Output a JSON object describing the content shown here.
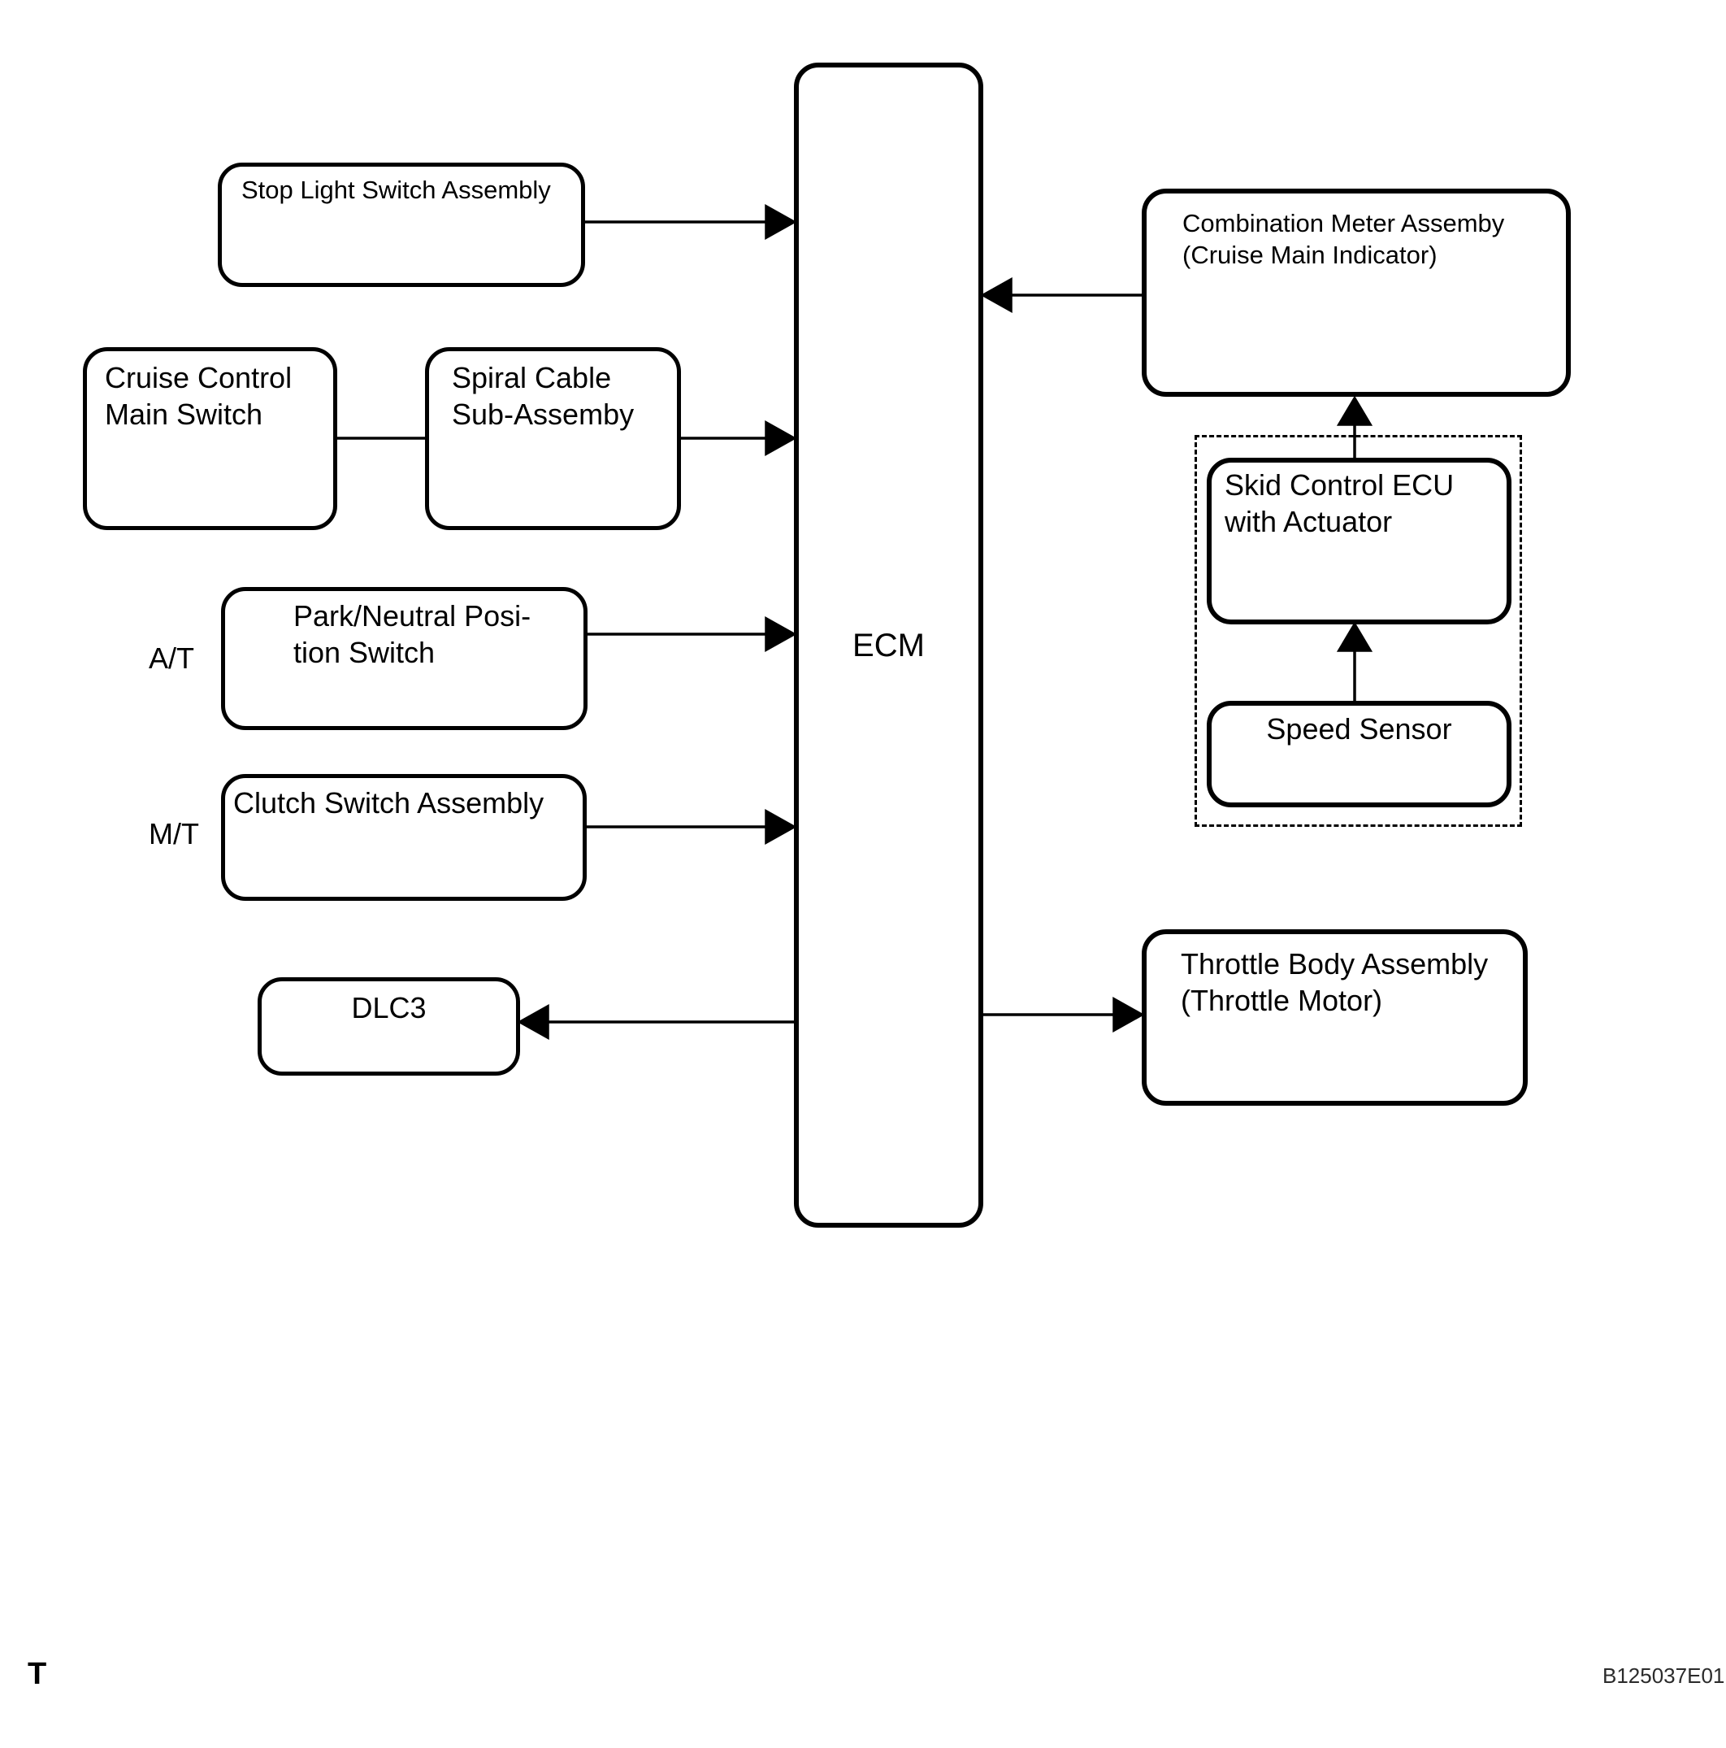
{
  "diagram": {
    "page_marker": "T",
    "figure_code": "B125037E01",
    "colors": {
      "stroke": "#000000",
      "background": "#ffffff",
      "text": "#000000"
    },
    "nodes": {
      "stop_light_switch": {
        "lines": [
          "Stop Light Switch Assembly"
        ]
      },
      "cruise_control_main_switch": {
        "lines": [
          "Cruise Control",
          "Main Switch"
        ]
      },
      "spiral_cable": {
        "lines": [
          "Spiral Cable",
          "Sub-Assemby"
        ]
      },
      "park_neutral_position_switch": {
        "lines": [
          "Park/Neutral Posi-",
          "tion Switch"
        ]
      },
      "clutch_switch": {
        "lines": [
          "Clutch Switch Assembly"
        ]
      },
      "dlc3": {
        "lines": [
          "DLC3"
        ]
      },
      "ecm": {
        "lines": [
          "ECM"
        ]
      },
      "combination_meter": {
        "lines": [
          "Combination Meter Assemby",
          "(Cruise Main Indicator)"
        ]
      },
      "skid_control_ecu": {
        "lines": [
          "Skid Control ECU",
          "with Actuator"
        ]
      },
      "speed_sensor": {
        "lines": [
          "Speed Sensor"
        ]
      },
      "throttle_body": {
        "lines": [
          "Throttle Body Assembly",
          "(Throttle Motor)"
        ]
      }
    },
    "transmission_labels": {
      "automatic": "A/T",
      "manual": "M/T"
    },
    "connections": [
      {
        "from": "Stop Light Switch Assembly",
        "to": "ECM",
        "arrow_at": "ECM"
      },
      {
        "from": "Cruise Control Main Switch",
        "to": "Spiral Cable Sub-Assemby",
        "arrow_at": "none"
      },
      {
        "from": "Spiral Cable Sub-Assemby",
        "to": "ECM",
        "arrow_at": "ECM"
      },
      {
        "from": "Park/Neutral Position Switch",
        "to": "ECM",
        "arrow_at": "ECM"
      },
      {
        "from": "Clutch Switch Assembly",
        "to": "ECM",
        "arrow_at": "ECM"
      },
      {
        "from": "ECM",
        "to": "DLC3",
        "arrow_at": "DLC3"
      },
      {
        "from": "Combination Meter Assemby (Cruise Main Indicator)",
        "to": "ECM",
        "arrow_at": "ECM"
      },
      {
        "from": "ECM",
        "to": "Throttle Body Assembly (Throttle Motor)",
        "arrow_at": "Throttle Body Assembly"
      },
      {
        "from": "Skid Control ECU with Actuator",
        "to": "Combination Meter Assemby (Cruise Main Indicator)",
        "arrow_at": "Combination Meter Assemby"
      },
      {
        "from": "Speed Sensor",
        "to": "Skid Control ECU with Actuator",
        "arrow_at": "Skid Control ECU"
      }
    ]
  }
}
